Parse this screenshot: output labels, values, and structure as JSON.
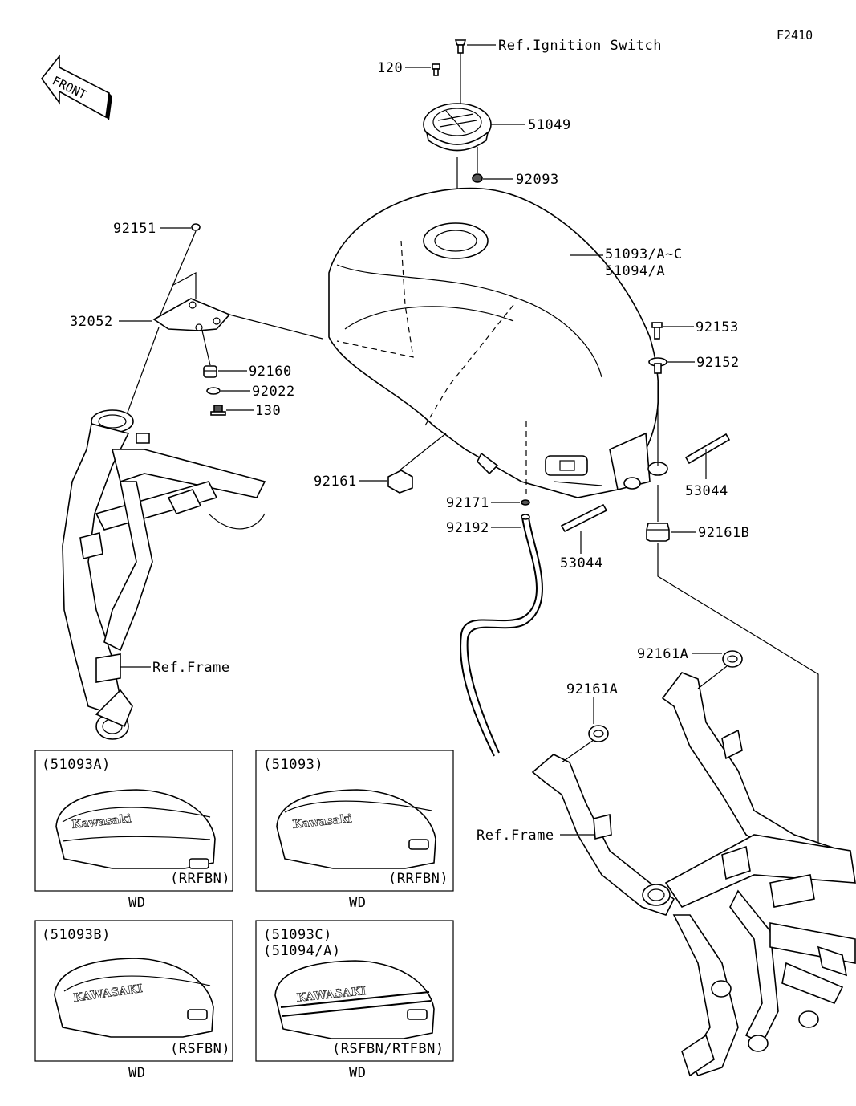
{
  "figure_code": "F2410",
  "front_label": "FRONT",
  "labels": {
    "ignition": "Ref.Ignition Switch",
    "p120": "120",
    "p51049": "51049",
    "p92093": "92093",
    "p92151": "92151",
    "p32052": "32052",
    "tank1": "51093/A~C",
    "tank2": "51094/A",
    "p92153": "92153",
    "p92152": "92152",
    "p92160": "92160",
    "p92022": "92022",
    "p130": "130",
    "p92161": "92161",
    "p92171": "92171",
    "p92192": "92192",
    "p53044a": "53044",
    "p53044b": "53044",
    "p92161b": "92161B",
    "p92161a1": "92161A",
    "p92161a2": "92161A",
    "ref_frame_left": "Ref.Frame",
    "ref_frame_right": "Ref.Frame"
  },
  "logo_text": "Kawasaki",
  "logo_text_caps": "KAWASAKI",
  "variants": [
    {
      "code": "(51093A)",
      "color": "(RRFBN)",
      "caption": "WD"
    },
    {
      "code": "(51093)",
      "color": "(RRFBN)",
      "caption": "WD"
    },
    {
      "code": "(51093B)",
      "color": "(RSFBN)",
      "caption": "WD"
    },
    {
      "code1": "(51093C)",
      "code2": "(51094/A)",
      "color": "(RSFBN/RTFBN)",
      "caption": "WD"
    }
  ]
}
